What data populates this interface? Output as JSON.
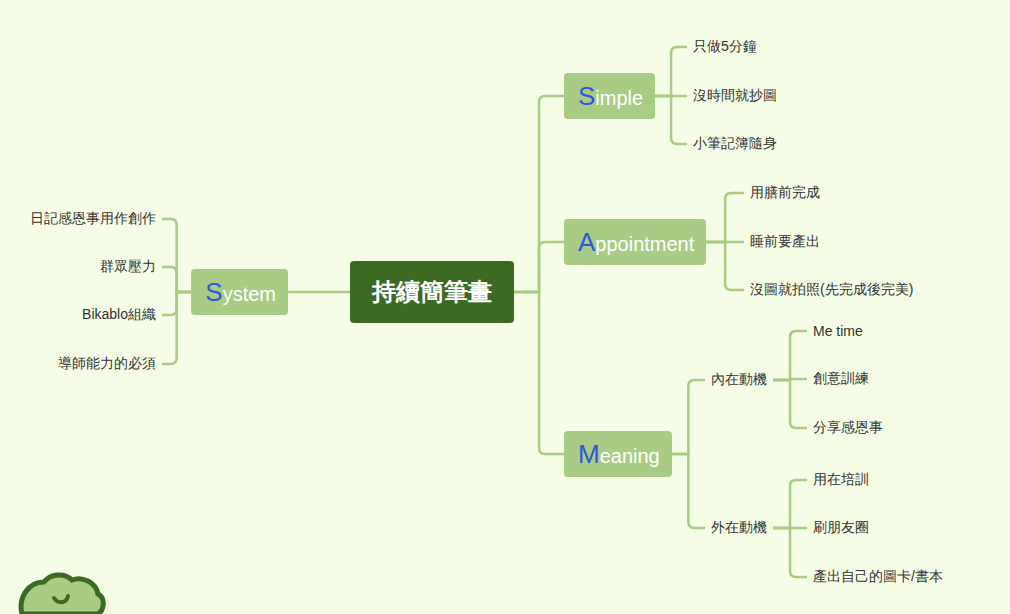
{
  "diagram": {
    "nodes": [
      {
        "text": [
          "持續簡筆畫"
        ]
      },
      {
        "text": [
          "Simple"
        ]
      },
      {
        "text": [
          "只做5分鐘"
        ]
      },
      {
        "text": [
          "沒時間就抄圖"
        ]
      },
      {
        "text": [
          "小筆記簿隨身"
        ]
      },
      {
        "text": [
          "Appointment"
        ]
      },
      {
        "text": [
          "用膳前完成"
        ]
      },
      {
        "text": [
          "睡前要產出"
        ]
      },
      {
        "text": [
          "沒圖就拍照(先完成後完美)"
        ]
      },
      {
        "text": [
          "Meaning"
        ]
      },
      {
        "text": [
          "內在動機"
        ]
      },
      {
        "text": [
          "Me time"
        ]
      },
      {
        "text": [
          "創意訓練"
        ]
      },
      {
        "text": [
          "分享感恩事"
        ]
      },
      {
        "text": [
          "外在動機"
        ]
      },
      {
        "text": [
          "用在培訓"
        ]
      },
      {
        "text": [
          "刷朋友圈"
        ]
      },
      {
        "text": [
          "產出自己的圖卡/書本"
        ]
      },
      {
        "text": [
          "System"
        ]
      },
      {
        "text": [
          "日記感恩事用作創作"
        ]
      },
      {
        "text": [
          "群眾壓力"
        ]
      },
      {
        "text": [
          "Bikablo組織"
        ]
      },
      {
        "text": [
          "導師能力的必須"
        ]
      }
    ],
    "edges": [
      {
        "from": 0,
        "to": 1,
        "arrow": "none"
      },
      {
        "from": 1,
        "to": 2,
        "arrow": "none"
      },
      {
        "from": 1,
        "to": 3,
        "arrow": "none"
      },
      {
        "from": 1,
        "to": 4,
        "arrow": "none"
      },
      {
        "from": 0,
        "to": 5,
        "arrow": "none"
      },
      {
        "from": 5,
        "to": 6,
        "arrow": "none"
      },
      {
        "from": 5,
        "to": 7,
        "arrow": "none"
      },
      {
        "from": 5,
        "to": 8,
        "arrow": "none"
      },
      {
        "from": 0,
        "to": 9,
        "arrow": "none"
      },
      {
        "from": 9,
        "to": 10,
        "arrow": "none"
      },
      {
        "from": 10,
        "to": 11,
        "arrow": "none"
      },
      {
        "from": 10,
        "to": 12,
        "arrow": "none"
      },
      {
        "from": 10,
        "to": 13,
        "arrow": "none"
      },
      {
        "from": 9,
        "to": 14,
        "arrow": "none"
      },
      {
        "from": 14,
        "to": 15,
        "arrow": "none"
      },
      {
        "from": 14,
        "to": 16,
        "arrow": "none"
      },
      {
        "from": 14,
        "to": 17,
        "arrow": "none"
      },
      {
        "from": 0,
        "to": 18,
        "arrow": "none"
      },
      {
        "from": 18,
        "to": 19,
        "arrow": "none"
      },
      {
        "from": 18,
        "to": 20,
        "arrow": "none"
      },
      {
        "from": 18,
        "to": 21,
        "arrow": "none"
      },
      {
        "from": 18,
        "to": 22,
        "arrow": "none"
      }
    ]
  }
}
